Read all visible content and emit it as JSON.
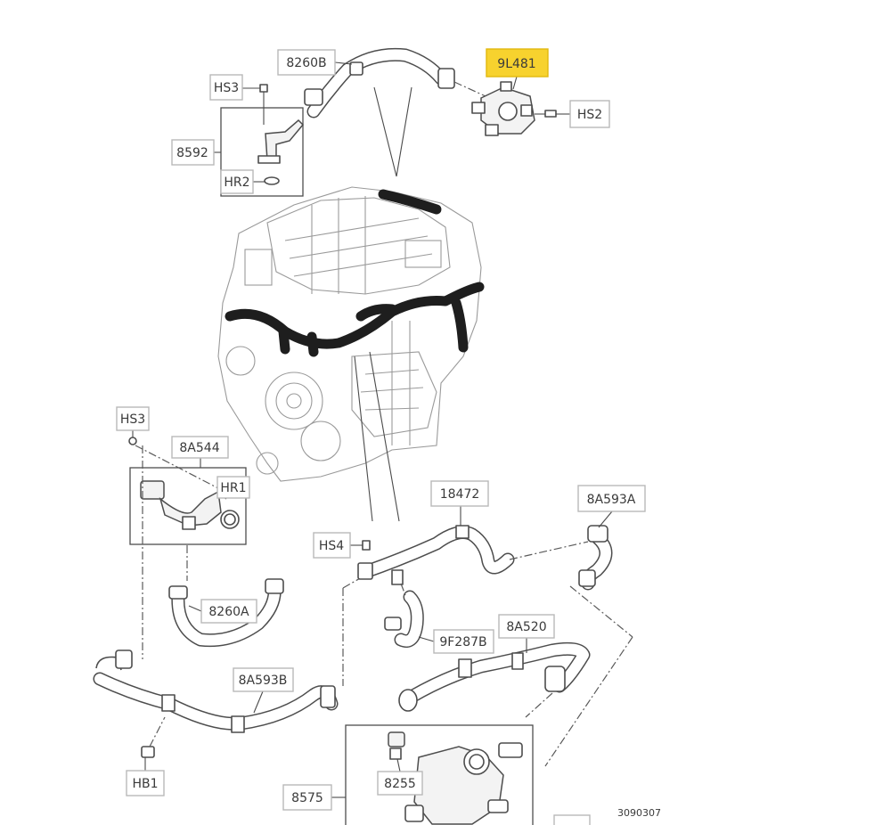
{
  "diagram": {
    "title": "",
    "reference_number": "3090307",
    "highlighted_part": "9L481",
    "callouts": {
      "c_8260B": "8260B",
      "c_9L481": "9L481",
      "c_HS3_top": "HS3",
      "c_HS2": "HS2",
      "c_8592": "8592",
      "c_HR2": "HR2",
      "c_HS3_left": "HS3",
      "c_8A544": "8A544",
      "c_HR1": "HR1",
      "c_18472": "18472",
      "c_8A593A": "8A593A",
      "c_HS4": "HS4",
      "c_8260A": "8260A",
      "c_9F287B": "9F287B",
      "c_8A520": "8A520",
      "c_8A593B": "8A593B",
      "c_HB1": "HB1",
      "c_8255": "8255",
      "c_8575": "8575"
    },
    "colors": {
      "highlight": "#f7d22e",
      "line": "#4d4d4d",
      "hose_dark": "#1e1e1e",
      "box_border": "#b9b9b9"
    }
  }
}
